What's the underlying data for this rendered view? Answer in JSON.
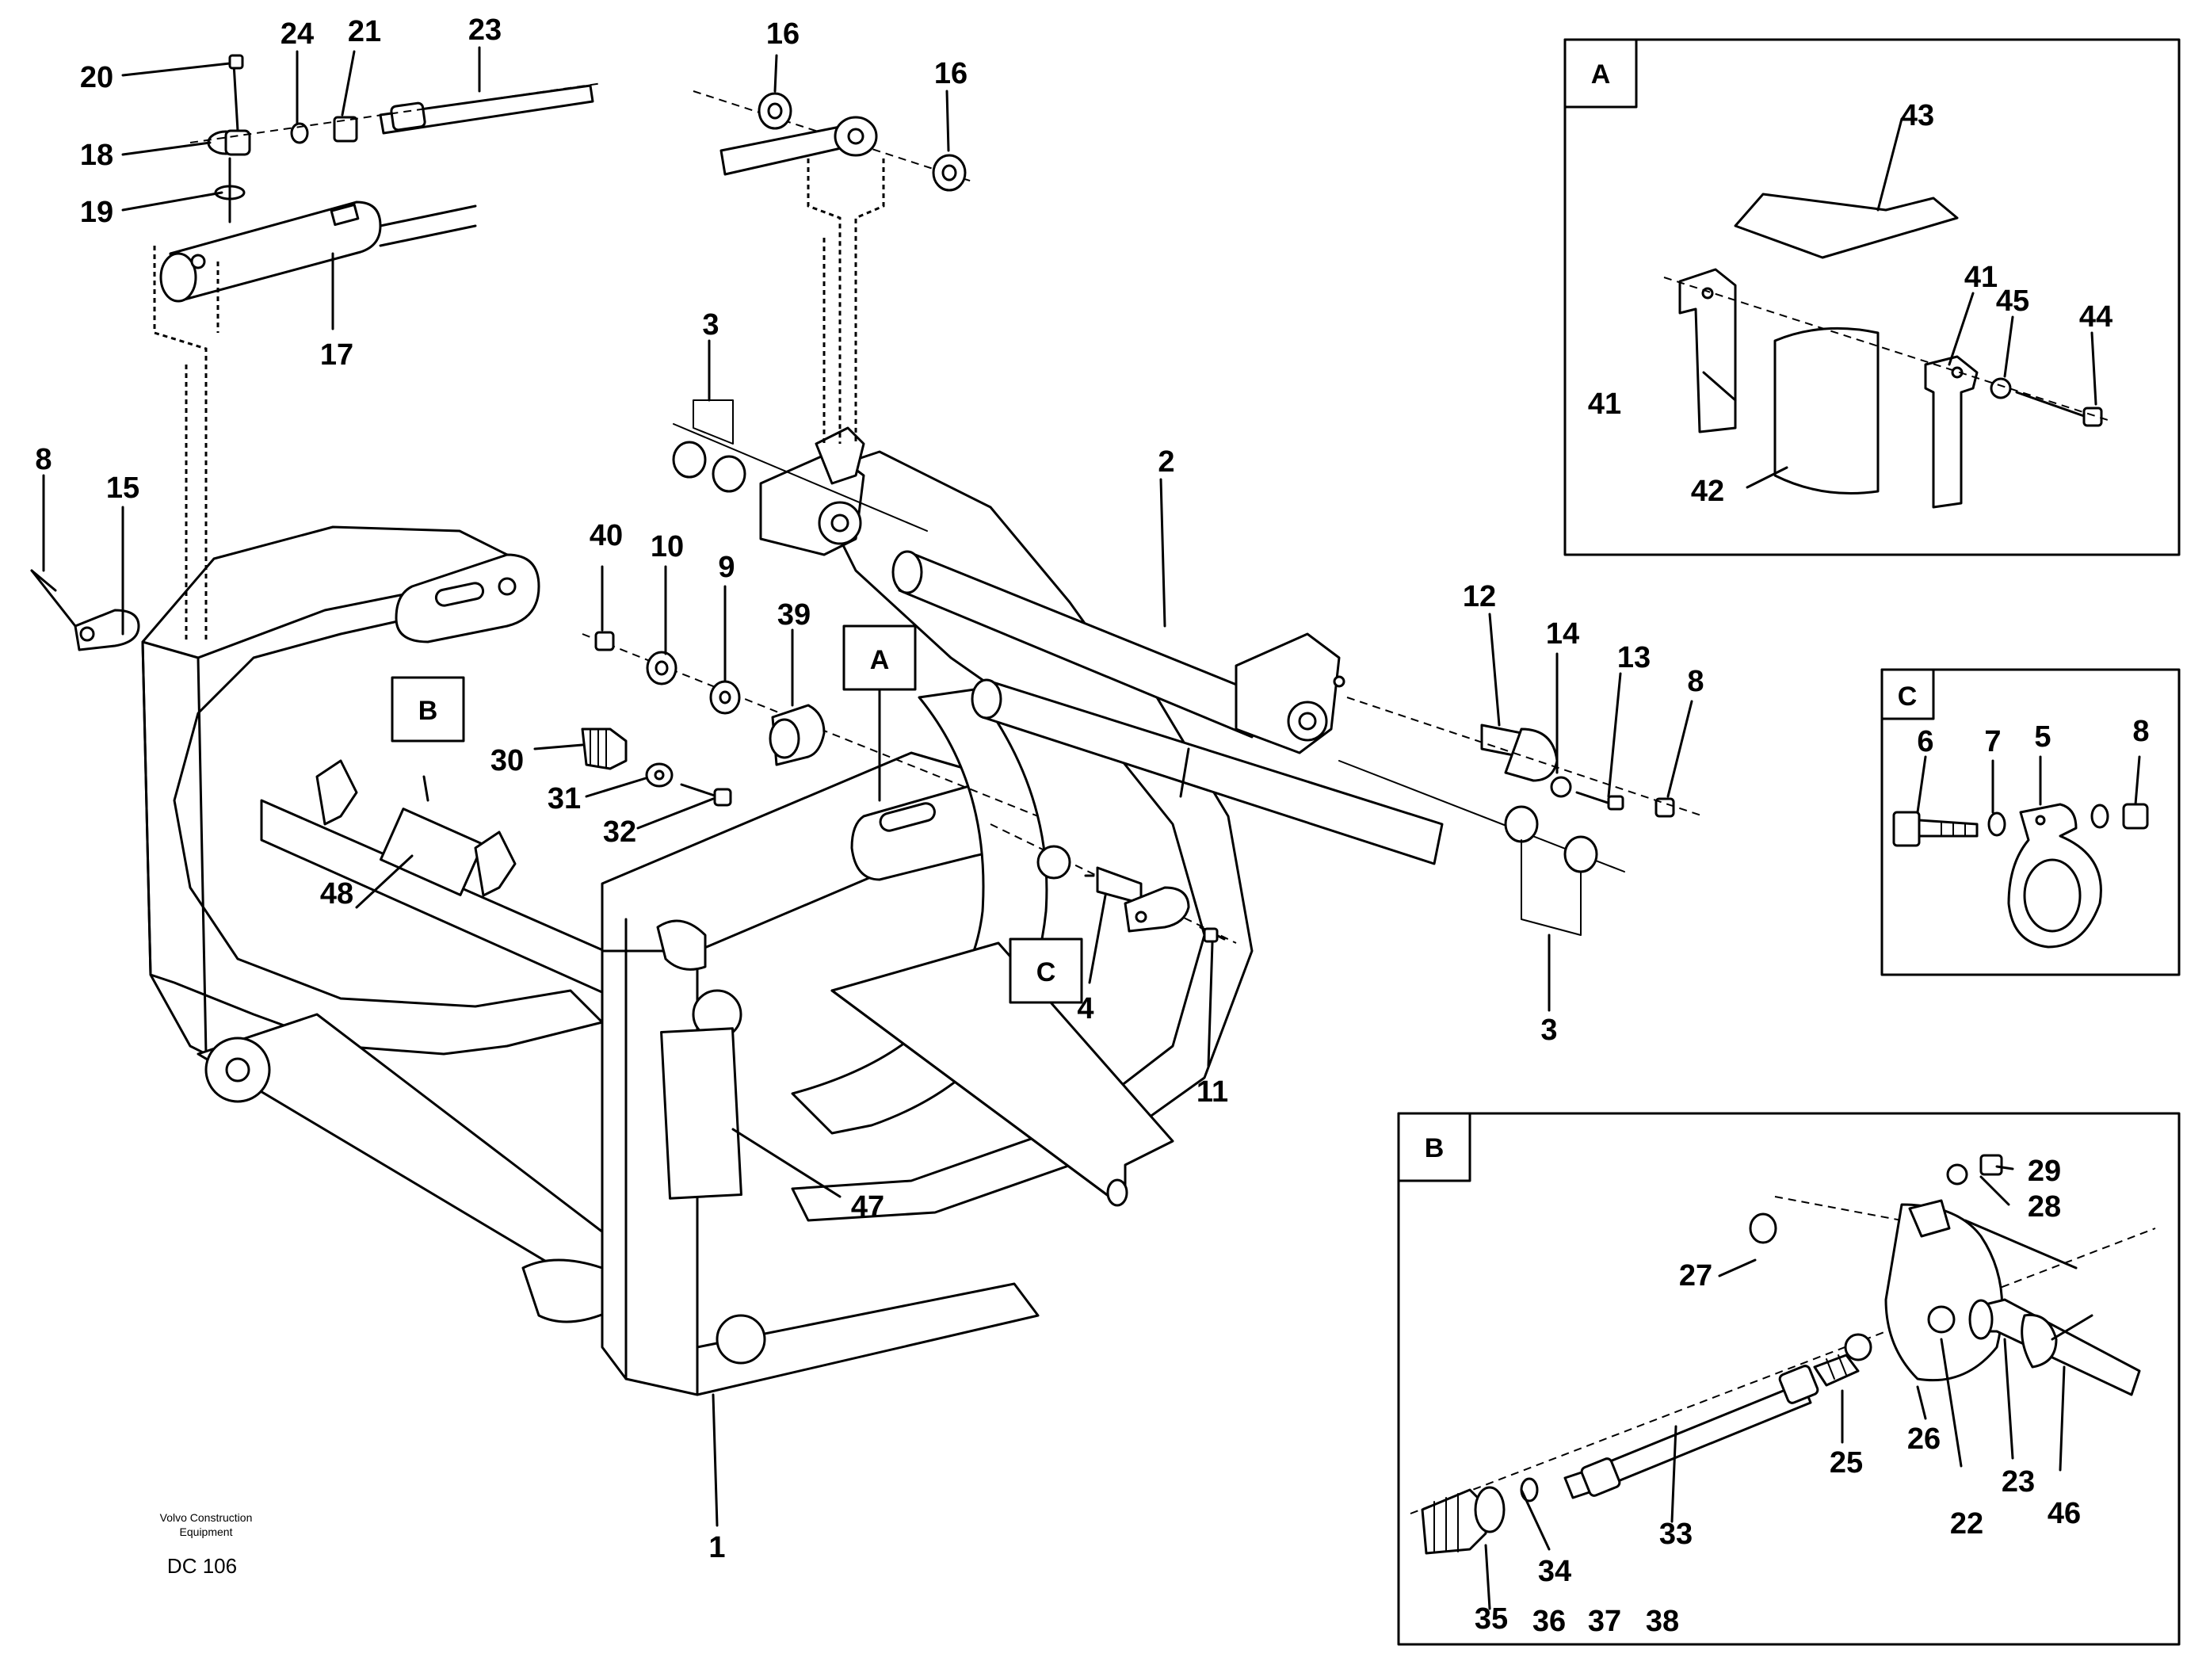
{
  "footer": {
    "company_line1": "Volvo Construction",
    "company_line2": "Equipment",
    "code": "DC 106"
  },
  "detail_boxes": {
    "A": "A",
    "B": "B",
    "C": "C"
  },
  "callouts": {
    "main_a": "A",
    "main_b": "B",
    "main_c": "C"
  },
  "part_labels": {
    "p1": "1",
    "p2": "2",
    "p3a": "3",
    "p3b": "3",
    "p4": "4",
    "p5": "5",
    "p6": "6",
    "p7": "7",
    "p8a": "8",
    "p8b": "8",
    "p8c": "8",
    "p9": "9",
    "p10": "10",
    "p11": "11",
    "p12": "12",
    "p13": "13",
    "p14": "14",
    "p15": "15",
    "p16a": "16",
    "p16b": "16",
    "p17": "17",
    "p18": "18",
    "p19": "19",
    "p20": "20",
    "p21": "21",
    "p22": "22",
    "p23a": "23",
    "p23b": "23",
    "p24": "24",
    "p25": "25",
    "p26": "26",
    "p27": "27",
    "p28": "28",
    "p29": "29",
    "p30": "30",
    "p31": "31",
    "p32": "32",
    "p33": "33",
    "p34": "34",
    "p35": "35",
    "p36": "36",
    "p37": "37",
    "p38": "38",
    "p39": "39",
    "p40": "40",
    "p41a": "41",
    "p41b": "41",
    "p42": "42",
    "p43": "43",
    "p44": "44",
    "p45": "45",
    "p46": "46",
    "p47": "47",
    "p48": "48"
  }
}
